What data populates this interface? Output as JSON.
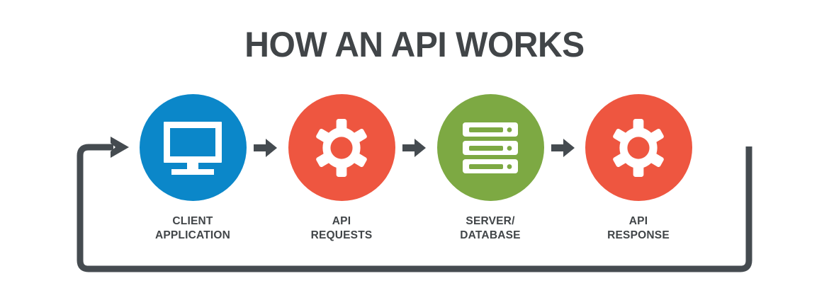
{
  "page": {
    "title": "HOW AN API WORKS",
    "background": "#ffffff",
    "text_color": "#414548"
  },
  "colors": {
    "client": "#0b87c9",
    "api_requests": "#ee5640",
    "server": "#7da943",
    "api_response": "#ee5640",
    "arrow": "#454b50",
    "loop": "#454b50",
    "icon": "#ffffff"
  },
  "diagram": {
    "type": "flow",
    "steps": [
      {
        "index": 1,
        "label_line1": "CLIENT",
        "label_line2": "APPLICATION",
        "icon": "monitor-icon",
        "color": "#0b87c9"
      },
      {
        "index": 2,
        "label_line1": "API",
        "label_line2": "REQUESTS",
        "icon": "gear-icon",
        "color": "#ee5640"
      },
      {
        "index": 3,
        "label_line1": "SERVER/",
        "label_line2": "DATABASE",
        "icon": "server-rack-icon",
        "color": "#7da943"
      },
      {
        "index": 4,
        "label_line1": "API",
        "label_line2": "RESPONSE",
        "icon": "gear-icon",
        "color": "#ee5640"
      }
    ],
    "connectors": [
      {
        "name": "arrow-1-to-2",
        "direction": "right"
      },
      {
        "name": "arrow-2-to-3",
        "direction": "right"
      },
      {
        "name": "arrow-3-to-4",
        "direction": "right"
      }
    ],
    "feedback_loop": {
      "name": "return-loop",
      "from_step": 4,
      "to_step": 1,
      "direction": "right",
      "description": "loop from API response back to client application"
    }
  }
}
